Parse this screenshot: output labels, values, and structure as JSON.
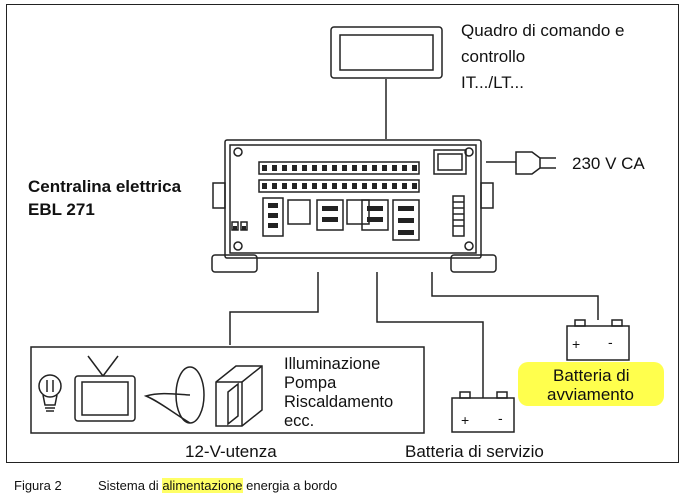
{
  "labels": {
    "control_panel": [
      "Quadro di comando e",
      "controllo",
      "IT.../LT..."
    ],
    "unit_title": [
      "Centralina elettrica",
      "EBL 271"
    ],
    "mains": "230 V CA",
    "loads": [
      "Illuminazione",
      "Pompa",
      "Riscaldamento",
      "ecc."
    ],
    "loads_caption": "12-V-utenza",
    "service_battery": "Batteria di servizio",
    "starter_battery": [
      "Batteria di",
      "avviamento"
    ],
    "battery_plus": "+",
    "battery_minus": "-"
  },
  "caption": {
    "figure": "Figura 2",
    "text_before": "Sistema di ",
    "text_highlight": "alimentazione",
    "text_after": " energia a bordo"
  },
  "colors": {
    "highlight": "#ffff66",
    "line": "#222222"
  },
  "icons": [
    "lightbulb-icon",
    "television-icon",
    "water-pump-icon",
    "heater-icon",
    "power-plug-icon"
  ]
}
